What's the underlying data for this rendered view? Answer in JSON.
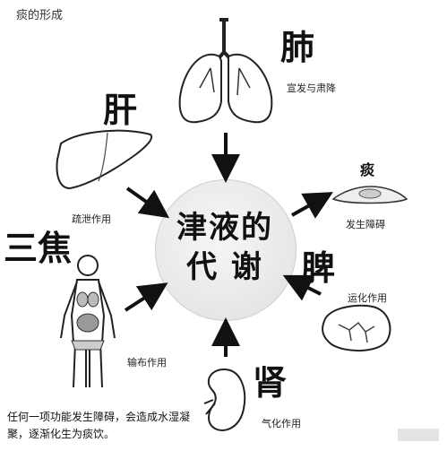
{
  "title": "痰的形成",
  "center": {
    "line1": "津液的",
    "line2": "代  谢"
  },
  "organs": {
    "lung": {
      "name": "肺",
      "function": "宣发与肃降"
    },
    "liver": {
      "name": "肝",
      "function": "疏泄作用"
    },
    "sanjiao": {
      "name": "三焦",
      "function": "输布作用"
    },
    "spleen": {
      "name": "脾",
      "function": "运化作用"
    },
    "kidney": {
      "name": "肾",
      "function": "气化作用"
    },
    "phlegm": {
      "name": "痰",
      "function": "发生障碍"
    }
  },
  "note": "任何一项功能发生障碍，会造成水湿凝聚，逐渐化生为痰饮。"
}
